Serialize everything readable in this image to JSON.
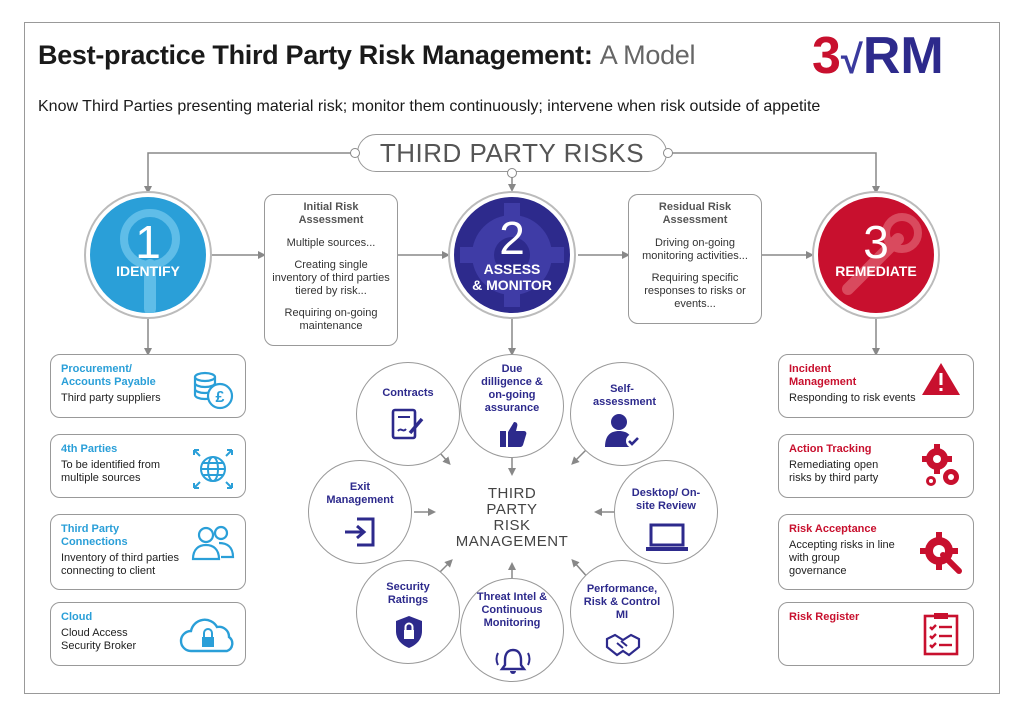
{
  "header": {
    "title": "Best-practice Third Party Risk Management:",
    "title_sub": "A Model",
    "tagline": "Know Third Parties presenting material risk; monitor them continuously; intervene when risk outside of appetite",
    "logo_num": "3",
    "logo_mark": "√",
    "logo_text": "RM"
  },
  "colors": {
    "identify": "#2a9fd8",
    "assess": "#2d2a8c",
    "remediate": "#c8102e",
    "border": "#999999"
  },
  "third_party_risks": "THIRD PARTY RISKS",
  "stages": [
    {
      "num": "1",
      "label": "IDENTIFY",
      "icon": "magnifier-icon"
    },
    {
      "num": "2",
      "label_line1": "ASSESS",
      "label_line2": "& MONITOR",
      "icon": "gear-icon"
    },
    {
      "num": "3",
      "label": "REMEDIATE",
      "icon": "wrench-icon"
    }
  ],
  "initial_assessment": {
    "heading_line1": "Initial Risk",
    "heading_line2": "Assessment",
    "items": [
      "Multiple sources...",
      "Creating single inventory of third parties tiered by risk...",
      "Requiring on-going maintenance"
    ]
  },
  "residual_assessment": {
    "heading_line1": "Residual Risk",
    "heading_line2": "Assessment",
    "items": [
      "Driving on-going monitoring activities...",
      "Requiring specific responses to risks or events..."
    ]
  },
  "identify_boxes": [
    {
      "title": "Procurement/ Accounts Payable",
      "text": "Third party suppliers",
      "icon": "coins-pound-icon"
    },
    {
      "title": "4th Parties",
      "text": "To be identified from multiple sources",
      "icon": "globe-arrows-icon"
    },
    {
      "title": "Third Party Connections",
      "text": "Inventory of third parties connecting to client",
      "icon": "people-icon"
    },
    {
      "title": "Cloud",
      "text": "Cloud Access Security Broker",
      "icon": "cloud-lock-icon"
    }
  ],
  "remediate_boxes": [
    {
      "title": "Incident Management",
      "text": "Responding to risk events",
      "icon": "warning-icon"
    },
    {
      "title": "Action Tracking",
      "text": "Remediating open risks by third party",
      "icon": "gears-icon"
    },
    {
      "title": "Risk Acceptance",
      "text": "Accepting risks in line with group governance",
      "icon": "gear-wrench-icon"
    },
    {
      "title": "Risk Register",
      "text": "",
      "icon": "clipboard-checklist-icon"
    }
  ],
  "center": {
    "line1": "THIRD",
    "line2": "PARTY",
    "line3": "RISK",
    "line4": "MANAGEMENT"
  },
  "monitor_circles": {
    "due_diligence": "Due dilligence & on-going assurance",
    "self_assessment": "Self-assessment",
    "desktop_review": "Desktop/ On-site Review",
    "performance": "Performance, Risk & Control MI",
    "threat_intel": "Threat Intel & Continuous Monitoring",
    "security_ratings": "Security Ratings",
    "exit_management": "Exit Management",
    "contracts": "Contracts"
  }
}
